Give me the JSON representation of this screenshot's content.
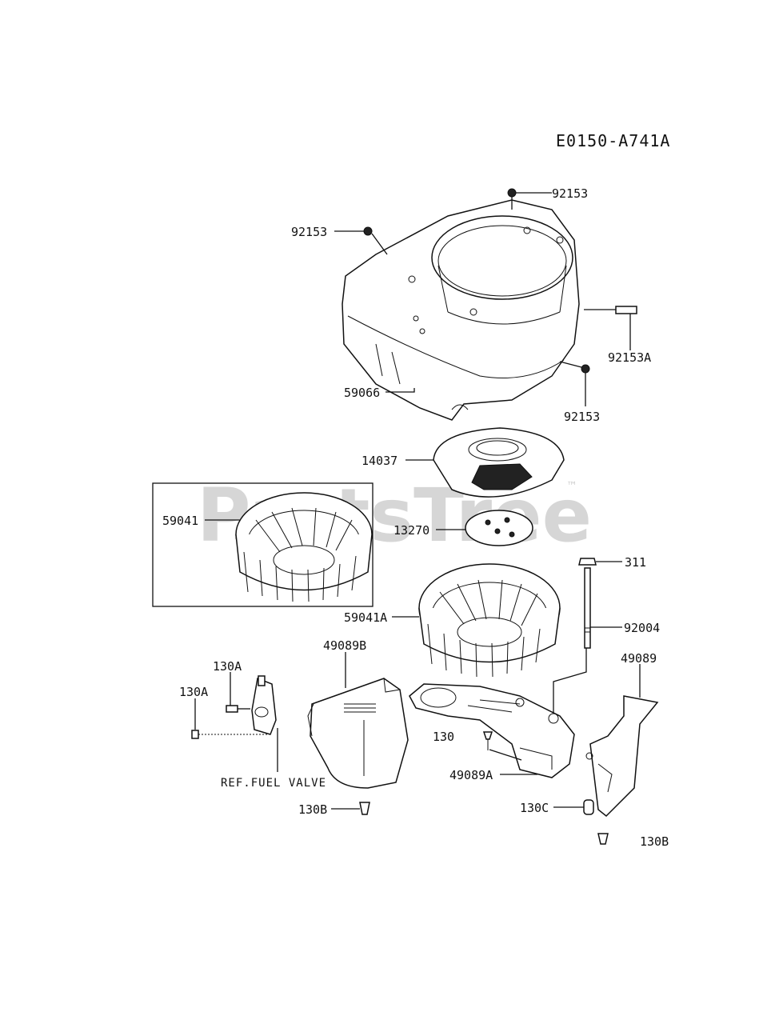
{
  "diagram_code": "E0150-A741A",
  "watermark": {
    "text": "PartsTree",
    "trademark": "™"
  },
  "callouts": [
    "92153",
    "92153",
    "92153A",
    "92153",
    "59066",
    "14037",
    "59041",
    "13270",
    "311",
    "59041A",
    "92004",
    "49089B",
    "49089",
    "130A",
    "130A",
    "130",
    "49089A",
    "130C",
    "130B",
    "130B"
  ],
  "reference_note": "REF.FUEL VALVE"
}
